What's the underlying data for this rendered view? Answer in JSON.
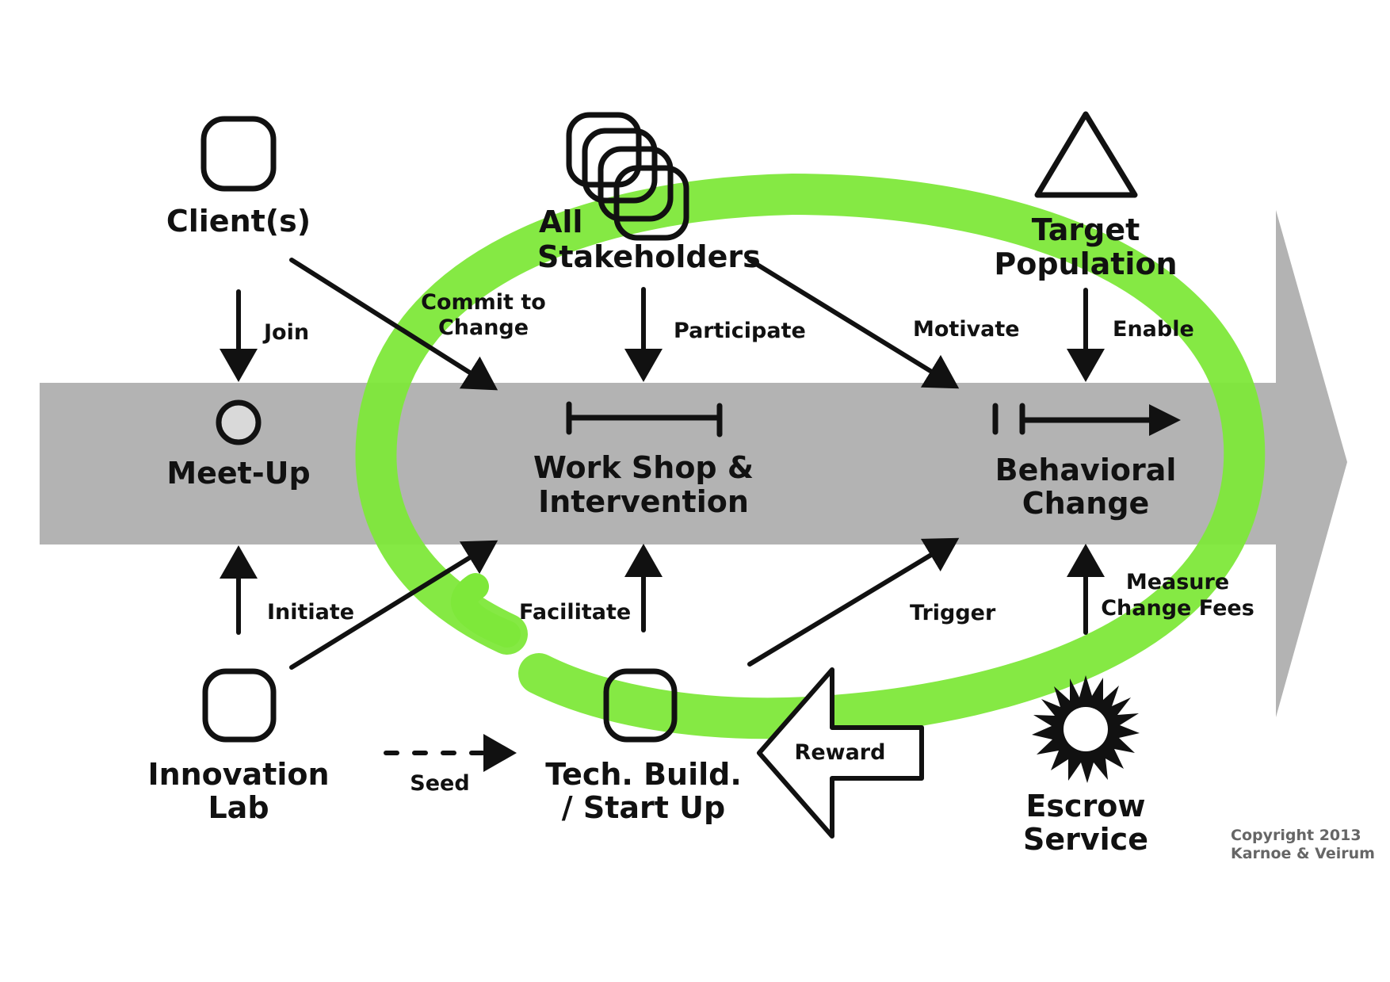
{
  "colors": {
    "main_arrow": "#b3b3b3",
    "cycle": "#7ee83a",
    "ink": "#111111",
    "meetup_dot": "#d9d9d9",
    "copyright": "#666666"
  },
  "nodes": {
    "clients": {
      "label": "Client(s)",
      "icon": "rounded-square-icon"
    },
    "stakeholders": {
      "label_line1": "All",
      "label_line2": "Stakeholders",
      "icon": "stacked-rounded-squares-icon"
    },
    "target_population": {
      "label_line1": "Target",
      "label_line2": "Population",
      "icon": "triangle-icon"
    },
    "meetup": {
      "label": "Meet-Up",
      "icon": "circle-icon"
    },
    "workshop": {
      "label_line1": "Work Shop &",
      "label_line2": "Intervention",
      "icon": "interval-bar-icon"
    },
    "behavioral_change": {
      "label_line1": "Behavioral",
      "label_line2": "Change",
      "icon": "interval-arrow-icon"
    },
    "innovation_lab": {
      "label_line1": "Innovation",
      "label_line2": "Lab",
      "icon": "rounded-square-icon"
    },
    "tech_build": {
      "label_line1": "Tech. Build.",
      "label_line2": "/ Start Up",
      "icon": "rounded-square-icon"
    },
    "escrow_service": {
      "label_line1": "Escrow",
      "label_line2": "Service",
      "icon": "starburst-icon"
    }
  },
  "edges": {
    "join": "Join",
    "commit_line1": "Commit to",
    "commit_line2": "Change",
    "participate": "Participate",
    "motivate": "Motivate",
    "enable": "Enable",
    "initiate": "Initiate",
    "facilitate": "Facilitate",
    "trigger": "Trigger",
    "measure_line1": "Measure",
    "measure_line2": "Change Fees",
    "seed": "Seed",
    "reward": "Reward"
  },
  "copyright": {
    "line1": "Copyright  2013",
    "line2": "Karnoe & Veirum"
  }
}
